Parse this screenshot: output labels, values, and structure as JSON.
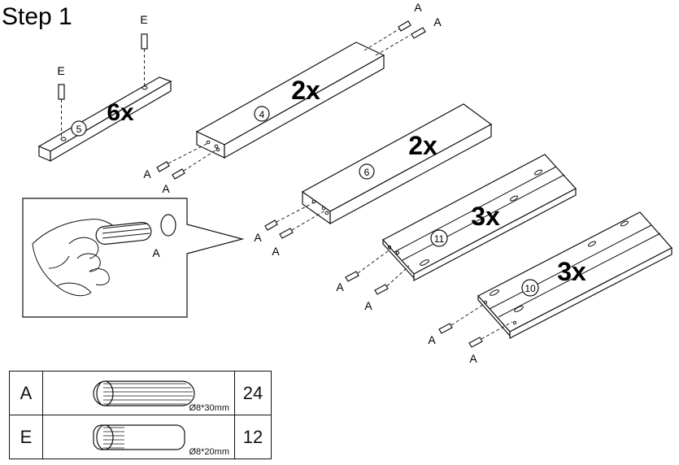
{
  "step_title": "Step  1",
  "parts": [
    {
      "id": "5",
      "qty_label": "6x"
    },
    {
      "id": "4",
      "qty_label": "2x"
    },
    {
      "id": "6",
      "qty_label": "2x"
    },
    {
      "id": "11",
      "qty_label": "3x"
    },
    {
      "id": "10",
      "qty_label": "3x"
    }
  ],
  "hardware_labels": {
    "dowel": "A",
    "pin": "E"
  },
  "legend": [
    {
      "letter": "A",
      "dimension": "Ø8*30mm",
      "quantity": "24"
    },
    {
      "letter": "E",
      "dimension": "Ø8*20mm",
      "quantity": "12"
    }
  ]
}
